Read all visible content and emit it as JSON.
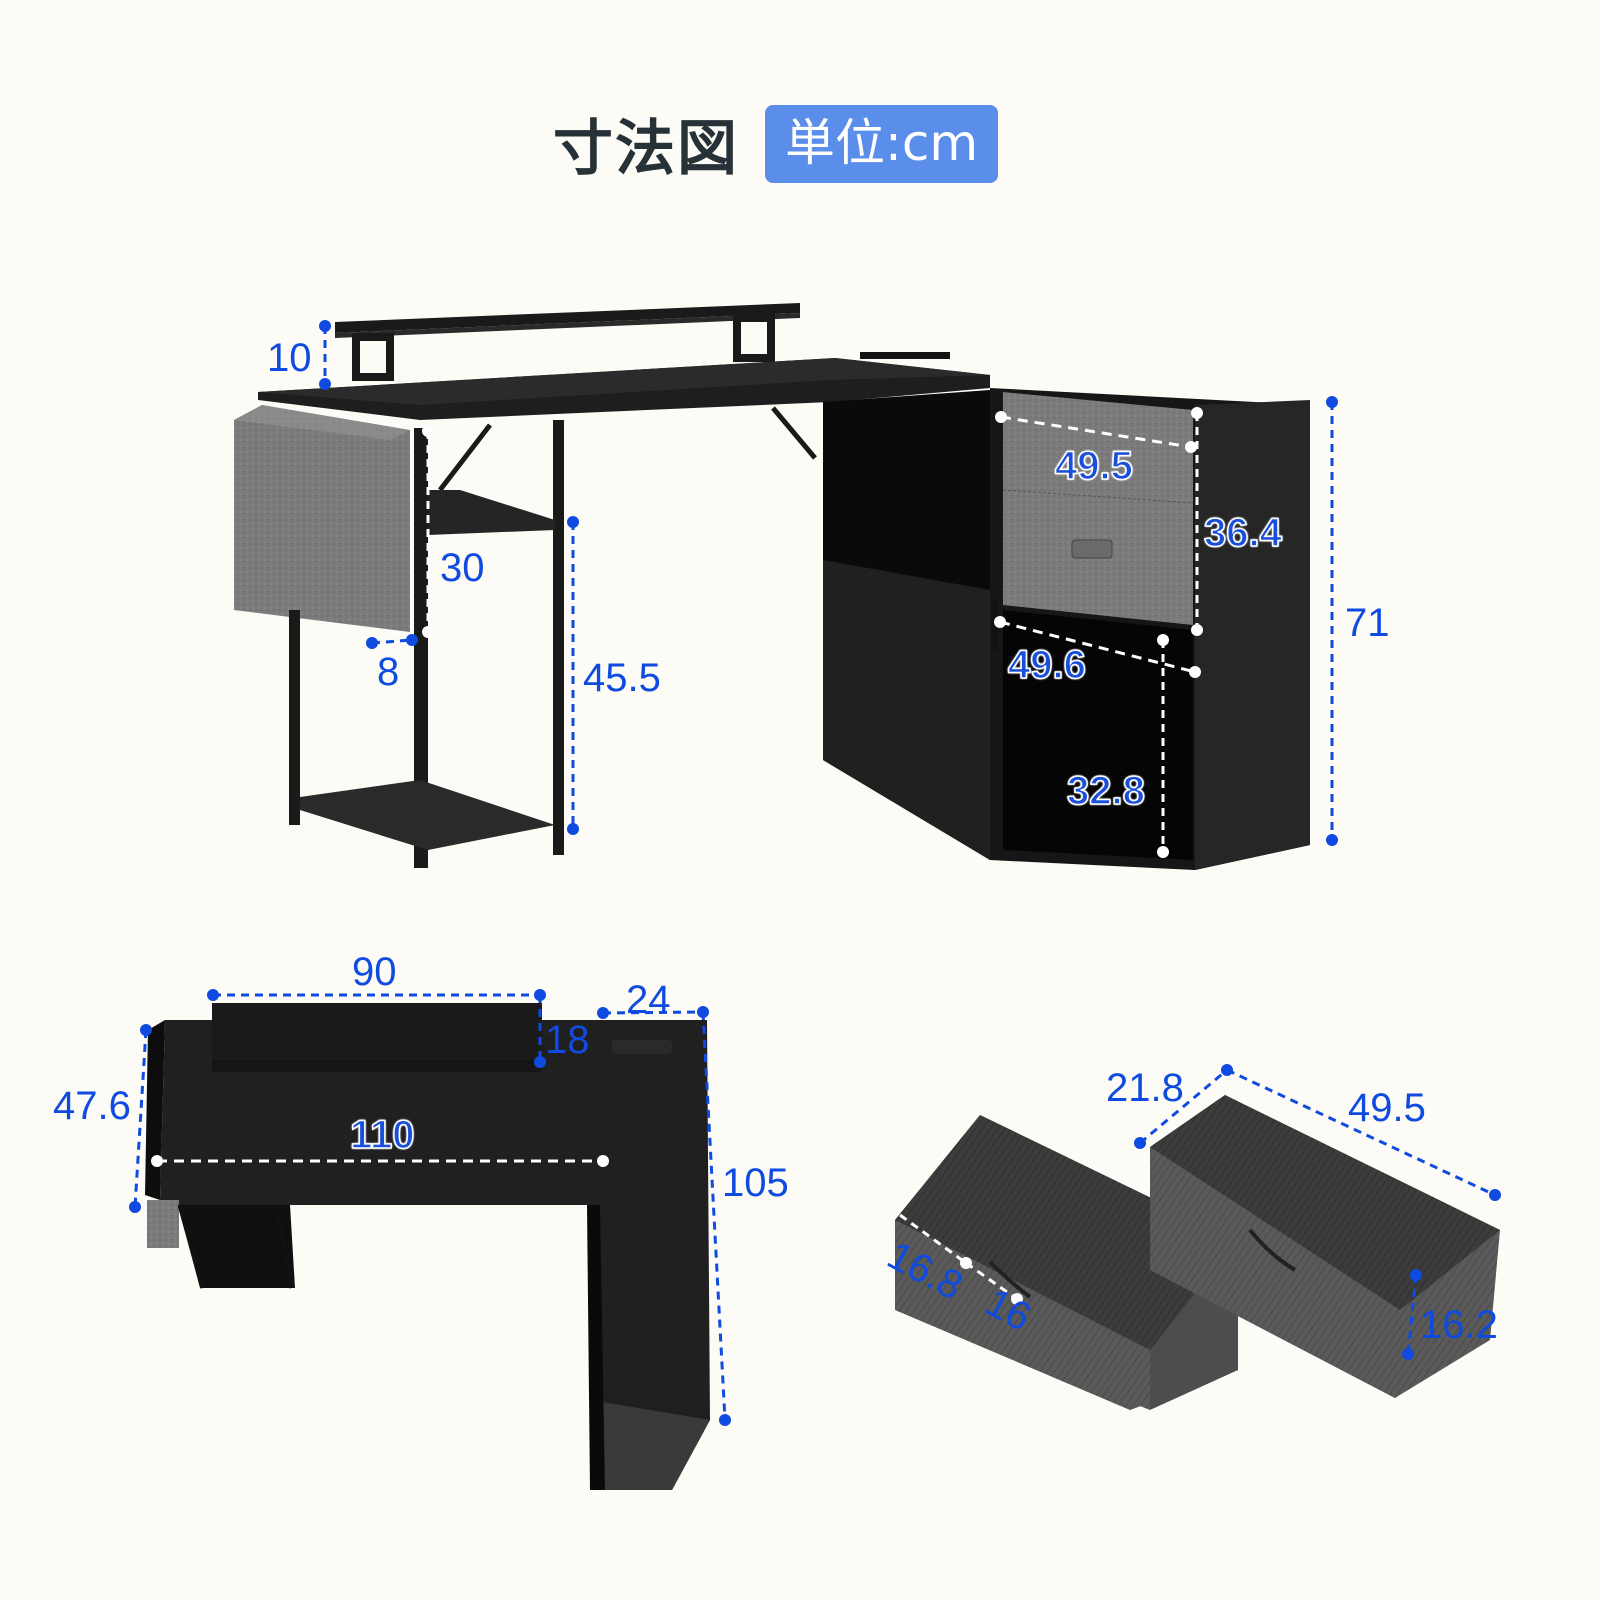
{
  "header": {
    "title": "寸法図",
    "unit_badge": "単位:cm"
  },
  "colors": {
    "background": "#fcfbf5",
    "title_text": "#263238",
    "badge_bg": "#5b8dea",
    "dimension_blue": "#0f4be0",
    "furniture_black": "#1c1c1c",
    "fabric_gray": "#7a7a7a"
  },
  "front_view": {
    "monitor_riser_height": "10",
    "side_bag_height": "30",
    "side_bag_depth": "8",
    "shelf_height": "45.5",
    "drawer_width": "49.5",
    "drawer_height": "36.4",
    "open_cubby_width": "49.6",
    "open_cubby_height": "32.8",
    "total_height": "71"
  },
  "top_view": {
    "riser_width": "90",
    "riser_depth": "18",
    "cabinet_depth": "24",
    "desk_depth": "47.6",
    "desk_width": "110",
    "total_length": "105"
  },
  "drawers_view": {
    "bin_depth": "21.8",
    "bin_length": "49.5",
    "bin_height": "16.2",
    "handle_offset": "16.8",
    "handle_width": "16"
  }
}
